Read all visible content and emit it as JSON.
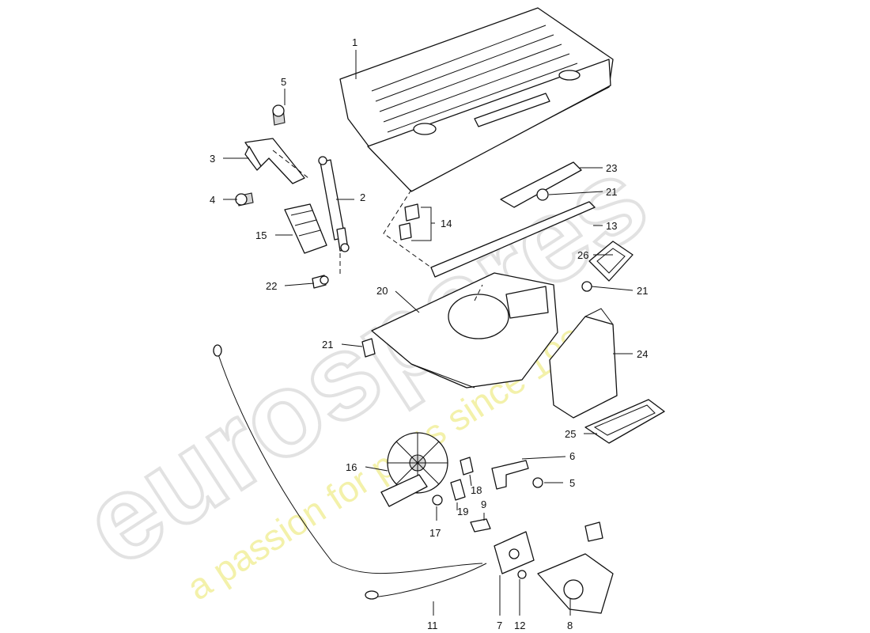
{
  "watermark": {
    "brand": "eurospares",
    "tagline": "a passion for parts since 1985"
  },
  "callouts": [
    {
      "id": "c1",
      "label": "1"
    },
    {
      "id": "c2",
      "label": "2"
    },
    {
      "id": "c3",
      "label": "3"
    },
    {
      "id": "c4",
      "label": "4"
    },
    {
      "id": "c5a",
      "label": "5"
    },
    {
      "id": "c5b",
      "label": "5"
    },
    {
      "id": "c6",
      "label": "6"
    },
    {
      "id": "c7",
      "label": "7"
    },
    {
      "id": "c8",
      "label": "8"
    },
    {
      "id": "c9",
      "label": "9"
    },
    {
      "id": "c11",
      "label": "11"
    },
    {
      "id": "c12",
      "label": "12"
    },
    {
      "id": "c13",
      "label": "13"
    },
    {
      "id": "c14",
      "label": "14"
    },
    {
      "id": "c15",
      "label": "15"
    },
    {
      "id": "c16",
      "label": "16"
    },
    {
      "id": "c17",
      "label": "17"
    },
    {
      "id": "c18",
      "label": "18"
    },
    {
      "id": "c19",
      "label": "19"
    },
    {
      "id": "c20",
      "label": "20"
    },
    {
      "id": "c21a",
      "label": "21"
    },
    {
      "id": "c21b",
      "label": "21"
    },
    {
      "id": "c21c",
      "label": "21"
    },
    {
      "id": "c22",
      "label": "22"
    },
    {
      "id": "c23",
      "label": "23"
    },
    {
      "id": "c24",
      "label": "24"
    },
    {
      "id": "c25",
      "label": "25"
    },
    {
      "id": "c26",
      "label": "26"
    }
  ]
}
